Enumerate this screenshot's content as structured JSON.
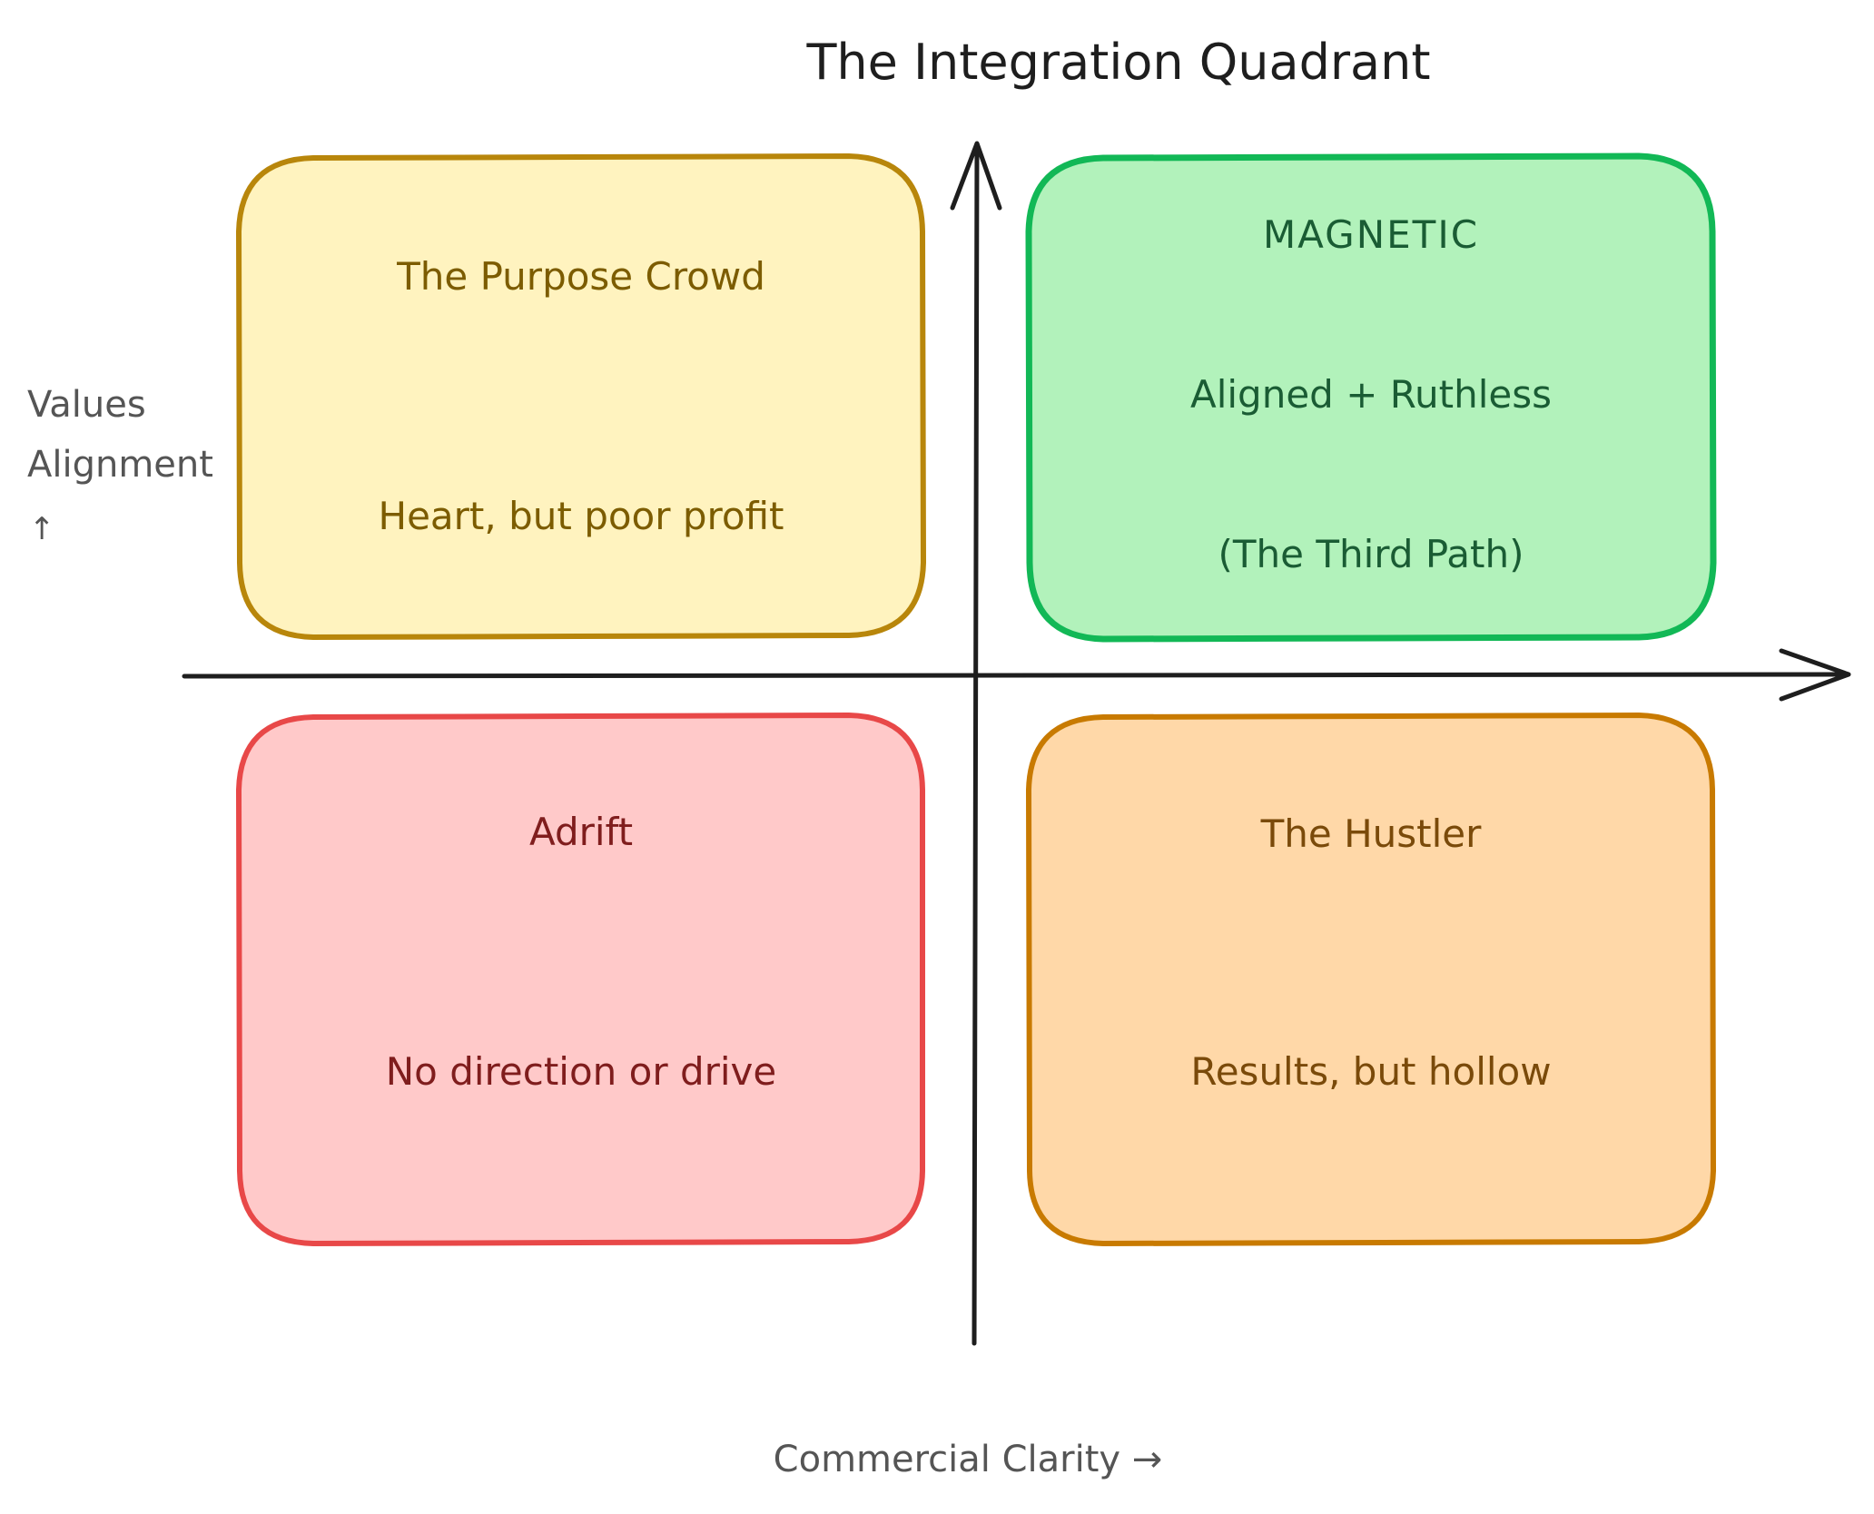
{
  "title": "The Integration Quadrant",
  "axes": {
    "x_label": "Commercial Clarity →",
    "y_label_line1": "Values",
    "y_label_line2": "Alignment",
    "y_label_arrow": "↑"
  },
  "quadrants": {
    "top_left": {
      "heading": "The Purpose Crowd",
      "description": "Heart, but poor profit",
      "fill": "#fff3bf",
      "stroke": "#b8860b",
      "text_color": "#7c5c00"
    },
    "top_right": {
      "heading": "MAGNETIC",
      "subheading": "Aligned + Ruthless",
      "description": "(The Third Path)",
      "fill": "#b2f2bb",
      "stroke": "#12b856",
      "text_color": "#1a5c34"
    },
    "bottom_left": {
      "heading": "Adrift",
      "description": "No direction or drive",
      "fill": "#ffc9c9",
      "stroke": "#e84848",
      "text_color": "#7f1d1d"
    },
    "bottom_right": {
      "heading": "The Hustler",
      "description": "Results, but hollow",
      "fill": "#ffd8a8",
      "stroke": "#c87a00",
      "text_color": "#7a4a0a"
    }
  }
}
